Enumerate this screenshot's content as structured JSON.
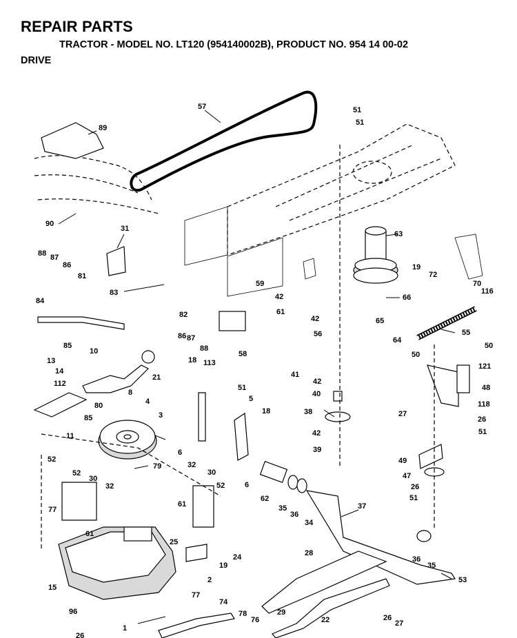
{
  "header": {
    "title": "REPAIR PARTS",
    "subtitle": "TRACTOR - MODEL NO. LT120 (954140002B), PRODUCT NO. 954 14 00-02",
    "section": "DRIVE"
  },
  "callouts": [
    "57",
    "51",
    "51",
    "89",
    "90",
    "31",
    "63",
    "19",
    "72",
    "70",
    "116",
    "88",
    "87",
    "86",
    "81",
    "83",
    "82",
    "59",
    "42",
    "61",
    "66",
    "84",
    "85",
    "86",
    "88",
    "87",
    "21",
    "42",
    "56",
    "65",
    "55",
    "64",
    "58",
    "10",
    "13",
    "14",
    "112",
    "80",
    "85",
    "8",
    "18",
    "113",
    "41",
    "42",
    "50",
    "50",
    "121",
    "48",
    "40",
    "38",
    "42",
    "39",
    "4",
    "3",
    "11",
    "6",
    "51",
    "5",
    "18",
    "6",
    "27",
    "118",
    "26",
    "51",
    "49",
    "47",
    "26",
    "51",
    "52",
    "52",
    "30",
    "32",
    "79",
    "32",
    "30",
    "52",
    "61",
    "62",
    "35",
    "36",
    "34",
    "37",
    "77",
    "61",
    "25",
    "24",
    "19",
    "2",
    "36",
    "35",
    "53",
    "28",
    "15",
    "77",
    "74",
    "29",
    "22",
    "26",
    "27",
    "96",
    "1",
    "78",
    "76",
    "26"
  ]
}
